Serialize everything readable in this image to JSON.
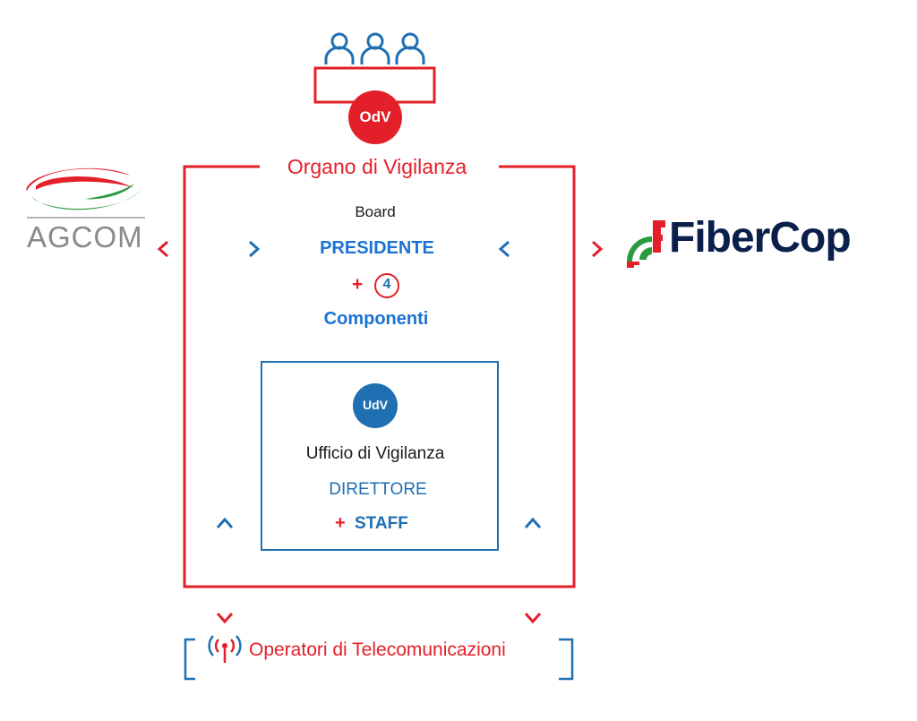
{
  "odv": {
    "badge": "OdV",
    "title": "Organo di Vigilanza",
    "board": "Board",
    "president": "PRESIDENTE",
    "plus": "+",
    "count": "4",
    "members": "Componenti"
  },
  "udv": {
    "badge": "UdV",
    "title": "Ufficio di Vigilanza",
    "director": "DIRETTORE",
    "plus": "+",
    "staff": "STAFF"
  },
  "operators": {
    "label": "Operatori di Telecomunicazioni"
  },
  "logos": {
    "agcom": "AGCOM",
    "fibercop": "FiberCop"
  },
  "colors": {
    "red": "#e3202a",
    "blue": "#1f6fb2",
    "textBlue": "#1a73d4",
    "dark": "#1a1a1a",
    "fiberNavy": "#0b1f4b",
    "green": "#2a9b3c",
    "grey": "#8a8a8a"
  }
}
